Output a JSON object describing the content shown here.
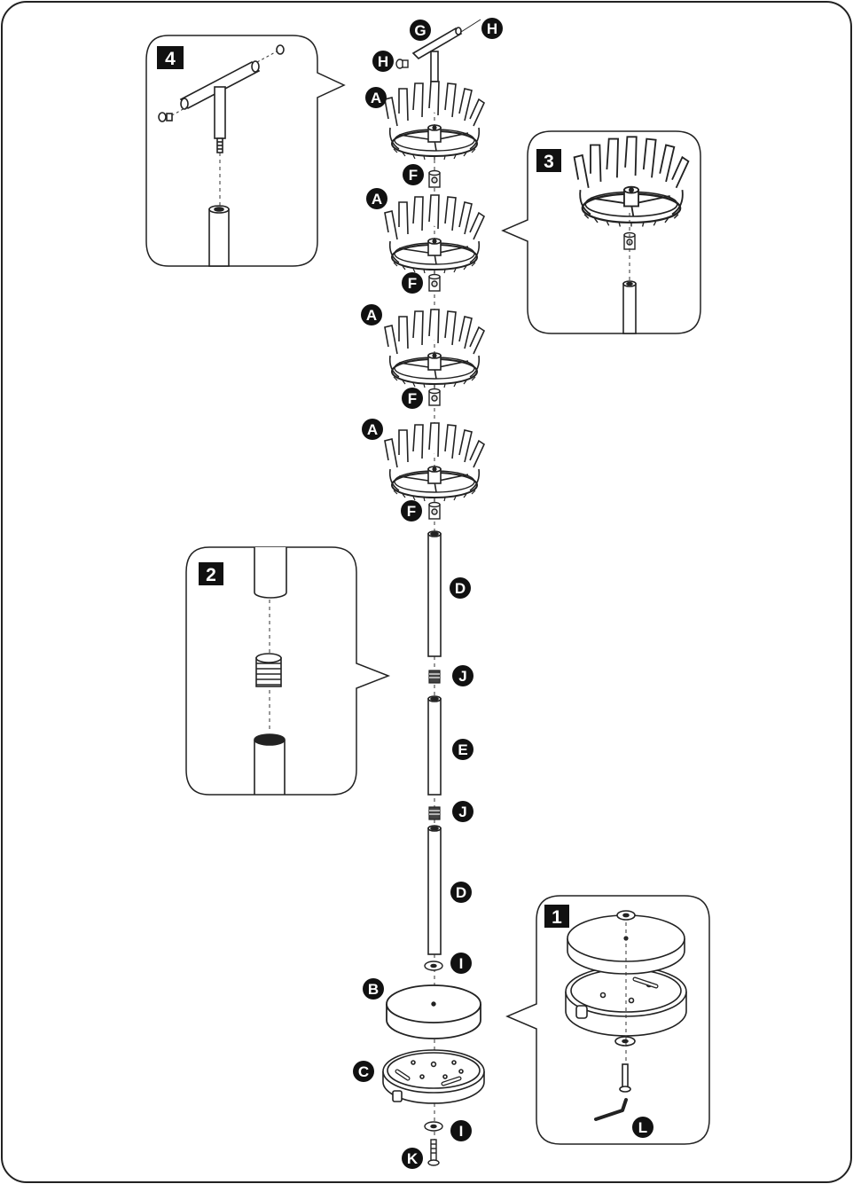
{
  "diagram": {
    "steps": [
      {
        "number": "1"
      },
      {
        "number": "2"
      },
      {
        "number": "3"
      },
      {
        "number": "4"
      }
    ],
    "parts": {
      "A": "A",
      "B": "B",
      "C": "C",
      "D": "D",
      "E": "E",
      "F": "F",
      "G": "G",
      "H": "H",
      "I": "I",
      "J": "J",
      "K": "K",
      "L": "L"
    }
  }
}
